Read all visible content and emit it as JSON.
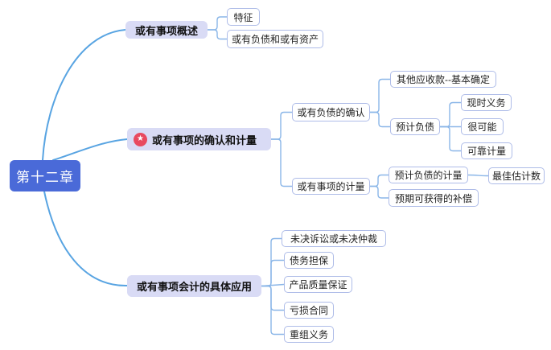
{
  "colors": {
    "root_node_fill": "#4a6ad8",
    "root_node_text": "#ffffff",
    "branch_node_fill": "#d9dbf5",
    "leaf_node_border": "#aebce8",
    "connector_main": "#58a4e2",
    "connector_sub": "#8ab6e8",
    "star_badge": "#e8495f"
  },
  "mindmap": {
    "root": "第十二章",
    "overview": {
      "label": "或有事项概述",
      "children": [
        "特征",
        "或有负债和或有资产"
      ]
    },
    "recognition_measurement": {
      "label": "或有事项的确认和计量",
      "icon": "star-badge",
      "recognition": {
        "label": "或有负债的确认",
        "other_receivables": "其他应收款--基本确定",
        "estimated_liability": {
          "label": "预计负债",
          "children": [
            "现时义务",
            "很可能",
            "可靠计量"
          ]
        }
      },
      "measurement": {
        "label": "或有事项的计量",
        "liability_measurement": {
          "label": "预计负债的计量",
          "child": "最佳估计数"
        },
        "expected_compensation": "预期可获得的补偿"
      }
    },
    "application": {
      "label": "或有事项会计的具体应用",
      "children": [
        "未决诉讼或未决仲裁",
        "债务担保",
        "产品质量保证",
        "亏损合同",
        "重组义务"
      ]
    }
  }
}
